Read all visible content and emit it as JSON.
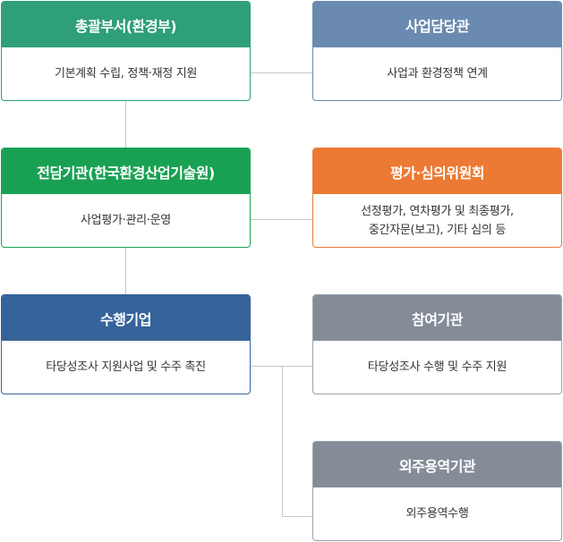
{
  "boxes": {
    "ministry": {
      "title": "총괄부서(환경부)",
      "desc": "기본계획 수립, 정책·재정 지원"
    },
    "program_director": {
      "title": "사업담당관",
      "desc": "사업과 환경정책 연계"
    },
    "agency": {
      "title": "전담기관(한국환경산업기술원)",
      "desc": "사업평가·관리·운영"
    },
    "committee": {
      "title": "평가·심의위원회",
      "desc_line1": "선정평가, 연차평가 및 최종평가,",
      "desc_line2": "중간자문(보고), 기타 심의 등"
    },
    "performer": {
      "title": "수행기업",
      "desc": "타당성조사 지원사업 및 수주 촉진"
    },
    "participant": {
      "title": "참여기관",
      "desc": "타당성조사 수행 및 수주 지원"
    },
    "contractor": {
      "title": "외주용역기관",
      "desc": "외주용역수행"
    }
  },
  "colors": {
    "ministry": "#2e9f78",
    "program_director": "#6a8ab0",
    "agency": "#19a153",
    "committee": "#ec7a34",
    "performer": "#36639a",
    "participant": "#848c98",
    "contractor": "#848c98",
    "connector": "#c8c8c8"
  }
}
